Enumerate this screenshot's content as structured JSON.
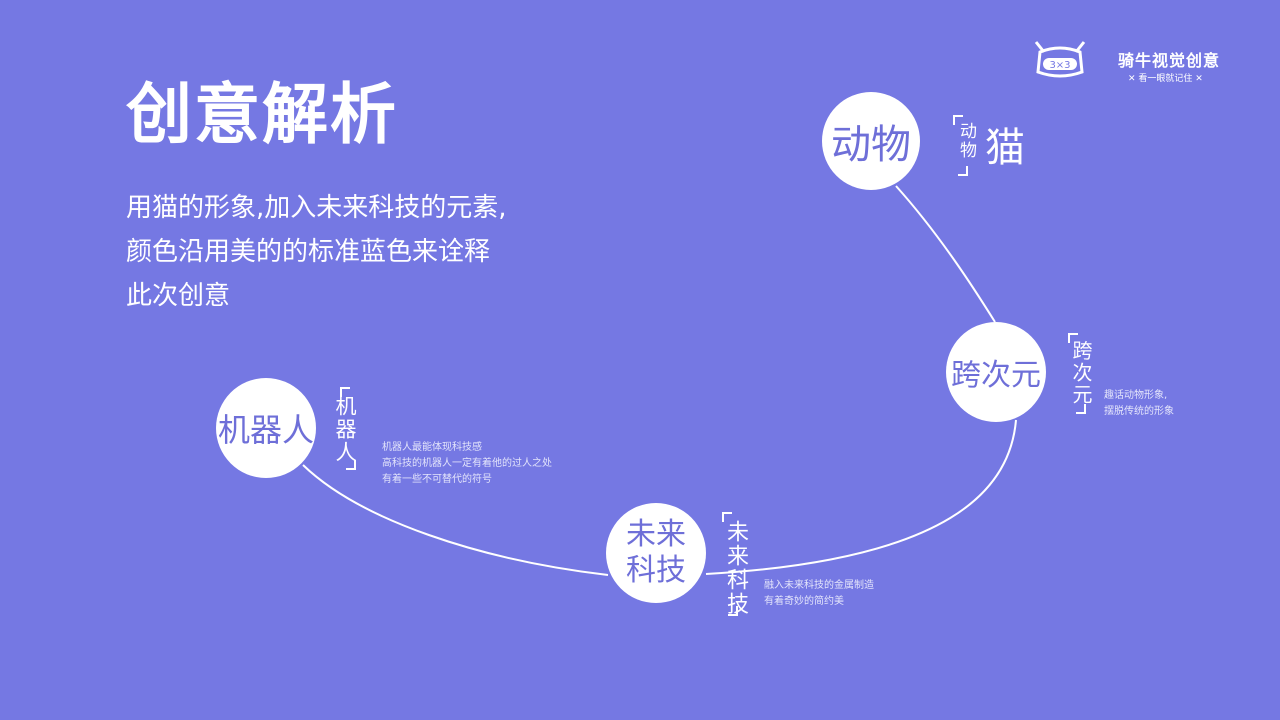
{
  "slide": {
    "title": "创意解析",
    "description": [
      "用猫的形象,加入未来科技的元素,",
      "颜色沿用美的的标准蓝色来诠释",
      "此次创意"
    ]
  },
  "brand": {
    "logo_icon": "cow-head-logo-icon",
    "logo_text": "3×3",
    "name": "骑牛视觉创意",
    "slogan": "✕ 看一眼就记住 ✕"
  },
  "nodes": {
    "animal": {
      "circle_label": "动物",
      "side_label": "动物",
      "keyword": "猫"
    },
    "cross_dimension": {
      "circle_label": "跨次元",
      "side_label": "跨次元",
      "note": [
        "趣话动物形象,",
        "摆脱传统的形象"
      ]
    },
    "robot": {
      "circle_label": "机器人",
      "side_label": "机器人",
      "note": [
        "机器人最能体现科技感",
        "高科技的机器人一定有着他的过人之处",
        "有着一些不可替代的符号"
      ]
    },
    "future_tech": {
      "circle_label_line1": "未来",
      "circle_label_line2": "科技",
      "side_label": "未来科技",
      "note": [
        "融入未来科技的金属制造",
        "有着奇妙的简约美"
      ]
    }
  },
  "colors": {
    "background": "#7578E3",
    "circle_fill": "#FFFFFF",
    "circle_text": "#6E6FD8",
    "line": "#FFFFFF"
  }
}
